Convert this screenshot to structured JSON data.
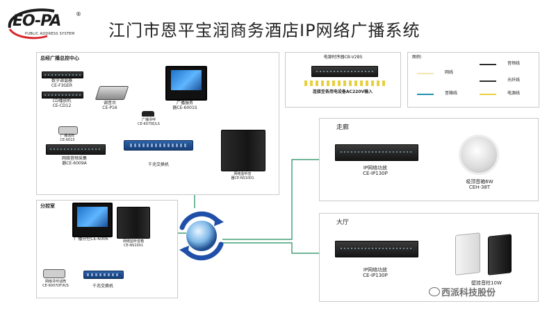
{
  "header": {
    "logo_text": "EO-PA",
    "logo_registered": "®",
    "logo_tagline": "PUBLIC ADDRESS SYSTEM",
    "title": "江门市恩平宝润商务酒店IP网络广播系统"
  },
  "control_center": {
    "title": "总经广播总控中心",
    "devices": {
      "digital_tuner": "数字调谐器\nCE-F3GER",
      "cd_player": "CD播放机\nCE-CD12",
      "mixer": "调音台\nCE-P16",
      "broadcast_server": "广播服务\n器CE-6001S",
      "paging_station_small": "广播寻呼\nCE-6075E/LS",
      "paging_station": "广播话筒\nCE-6015",
      "network_adapter": "网络音频采集\n器CE-6009A",
      "gigabit_switch": "千兆交换机",
      "monitor_speaker": "网络监听音\n器CE-NS1001"
    }
  },
  "sub_control": {
    "title": "分控室",
    "devices": {
      "sub_station": "广播分控CE-6006",
      "monitor_speaker": "网络监听音箱\nCE-NS1001",
      "paging_mic": "网络寻呼话筒\nCE-6007DF/K/S",
      "gigabit_switch": "千兆交换机"
    }
  },
  "power_timer": {
    "title": "电源时序器CB-V2BS",
    "caption": "连接至各用电设备AC220V输入"
  },
  "legend": {
    "title": "图例:",
    "items": {
      "network": "网线",
      "audio": "音频线",
      "speaker": "音箱线",
      "fiber": "光纤线",
      "power": "电源线"
    },
    "colors": {
      "network": "#f4e6b0",
      "audio": "#2b2b2b",
      "speaker": "#1f8fb0",
      "fiber": "#2b2b2b",
      "power": "#e8cf40"
    }
  },
  "corridor": {
    "title": "走廊",
    "amp": "IP网络功放\nCE-IP130P",
    "speaker": "吸顶音箱6W\nCEH-38T"
  },
  "hall": {
    "title": "大厅",
    "amp": "IP网络功放\nCE-IP130P",
    "speaker": "壁挂音柱10W"
  },
  "watermark": {
    "text": "西派科技股份"
  },
  "colors": {
    "network_line": "#1a8a5a",
    "title_text": "#222222",
    "logo_dark": "#1b1b1b",
    "logo_red": "#d8282e"
  }
}
